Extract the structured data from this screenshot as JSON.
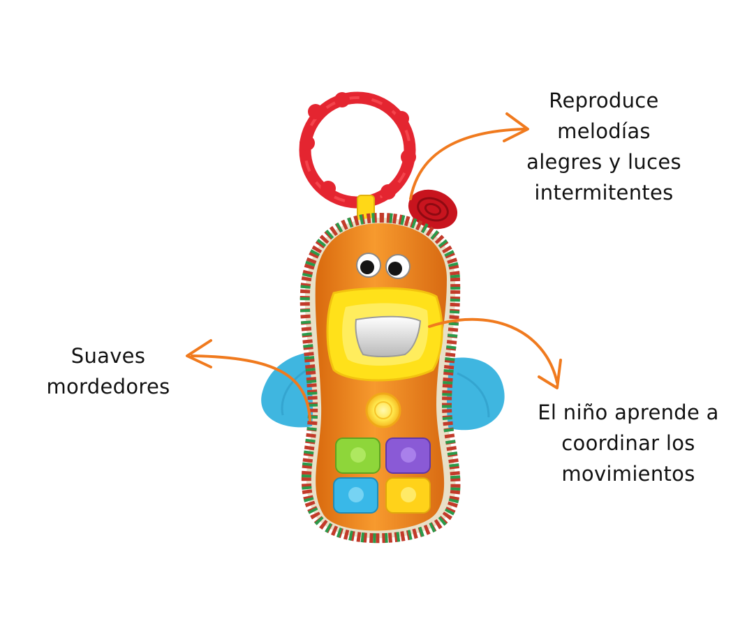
{
  "callouts": {
    "melodies": {
      "lines": [
        "Reproduce",
        "melodías",
        "alegres y luces",
        "intermitentes"
      ]
    },
    "teethers": {
      "lines": [
        "Suaves",
        "mordedores"
      ]
    },
    "coordination": {
      "lines": [
        "El niño aprende a",
        "coordinar los",
        "movimientos"
      ]
    }
  },
  "colors": {
    "arrow": "#f07a1e",
    "toy_body": "#f28a1c",
    "ring": "#e8242e",
    "wings": "#3fb6e0",
    "face_plate": "#ffe11a",
    "button_green": "#8ed63a",
    "button_purple": "#8a5ad6",
    "button_blue": "#39b8e8",
    "button_yellow": "#ffd21a"
  },
  "icons": {
    "ring": "teether-ring-icon",
    "toy": "phone-toy-illustration"
  }
}
